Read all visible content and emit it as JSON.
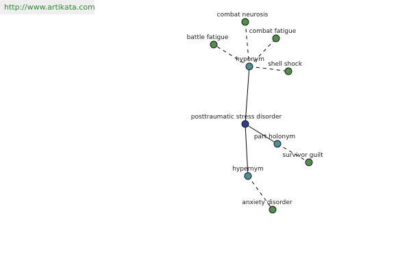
{
  "watermark": "http://www.artikata.com",
  "colors": {
    "center": "#2e3d8f",
    "relation": "#4a8f95",
    "leaf": "#4f8f48"
  },
  "nodes": {
    "center": "posttraumatic stress disorder",
    "hyponym": "hyponym",
    "part_holonym": "part holonym",
    "hypernym": "hypernym",
    "combat_neurosis": "combat neurosis",
    "combat_fatigue": "combat fatigue",
    "battle_fatigue": "battle fatigue",
    "shell_shock": "shell shock",
    "survivor_guilt": "survivor guilt",
    "anxiety_disorder": "anxiety disorder"
  }
}
